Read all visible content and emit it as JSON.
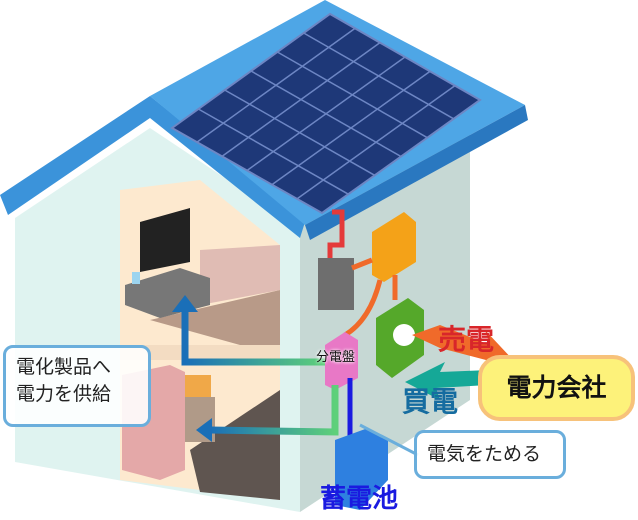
{
  "labels": {
    "distribution_board": "分電盤",
    "appliance_supply": [
      "電化製品へ",
      "電力を供給"
    ],
    "store_electricity": "電気をためる",
    "storage_battery": "蓄電池",
    "sell_power": "売電",
    "buy_power": "買電",
    "power_company": "電力会社"
  },
  "colors": {
    "roof": "#3b93da",
    "solar_panel": "#1e3878",
    "sell_arrow": "#f06a2a",
    "sell_text": "#d8262a",
    "buy_arrow": "#15a897",
    "buy_text": "#156ca0",
    "battery_text": "#1a1ae0",
    "company_fill": "#fdf27a",
    "company_border": "#f7c27a"
  }
}
